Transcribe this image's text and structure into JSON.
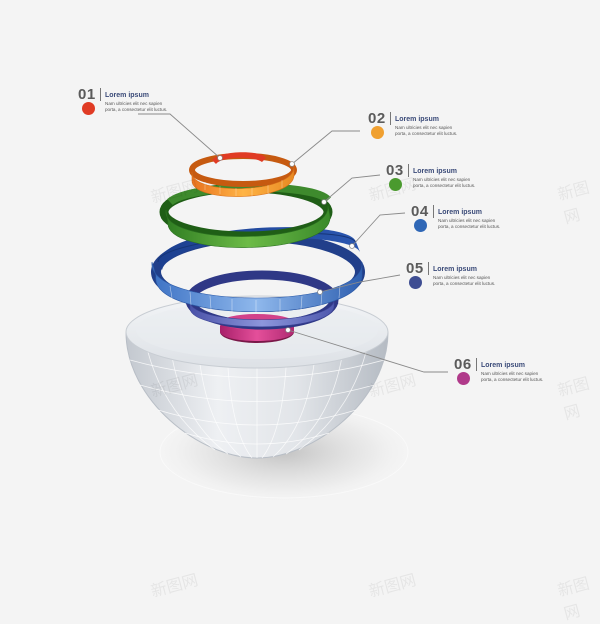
{
  "steps": [
    {
      "number": "01",
      "title": "Lorem ipsum",
      "desc_line1": "Nam ultricies elit nec sapien",
      "desc_line2": "porta, a consectetur elit luctus.",
      "color": "#e03b24"
    },
    {
      "number": "02",
      "title": "Lorem ipsum",
      "desc_line1": "Nam ultricies elit nec sapien",
      "desc_line2": "porta, a consectetur elit luctus.",
      "color": "#f0a030"
    },
    {
      "number": "03",
      "title": "Lorem ipsum",
      "desc_line1": "Nam ultricies elit nec sapien",
      "desc_line2": "porta, a consectetur elit luctus.",
      "color": "#4a9a2e"
    },
    {
      "number": "04",
      "title": "Lorem ipsum",
      "desc_line1": "Nam ultricies elit nec sapien",
      "desc_line2": "porta, a consectetur elit luctus.",
      "color": "#2f67b6"
    },
    {
      "number": "05",
      "title": "Lorem ipsum",
      "desc_line1": "Nam ultricies elit nec sapien",
      "desc_line2": "porta, a consectetur elit luctus.",
      "color": "#3e4d92"
    },
    {
      "number": "06",
      "title": "Lorem ipsum",
      "desc_line1": "Nam ultricies elit nec sapien",
      "desc_line2": "porta, a consectetur elit luctus.",
      "color": "#b03a8a"
    }
  ],
  "watermark": "新图网",
  "colors": {
    "bowl": "#d9dde2",
    "bowl_top": "#eef0f3",
    "ring_red": "#e03b24",
    "ring_orange": "#f0a030",
    "ring_green": "#4a9a2e",
    "ring_blue": "#2f67b6",
    "ring_lightblue": "#5b8fd6",
    "ring_indigo": "#5a62b8",
    "ring_magenta": "#c4327a"
  }
}
